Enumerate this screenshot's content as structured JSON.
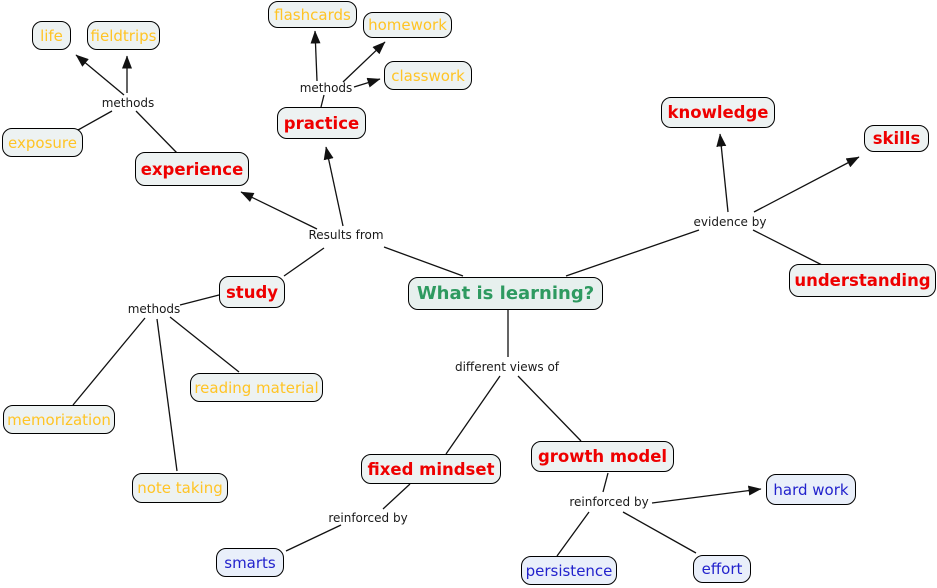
{
  "diagram": {
    "type": "concept-map",
    "background_color": "#FFFFFF",
    "colors": {
      "root_text": "#2E9A60",
      "topic_text": "#EE0000",
      "method_leaf_text": "#FFC425",
      "trait_leaf_text": "#2222CC",
      "link_label_text": "#1A1A1A",
      "node_fill": "#EDF2F2",
      "trait_node_fill": "#E9EFFA",
      "node_border": "#000000",
      "line": "#111111"
    }
  },
  "nodes": {
    "root": "What is learning?",
    "life": "life",
    "fieldtrips": "fieldtrips",
    "exposure": "exposure",
    "experience": "experience",
    "flashcards": "flashcards",
    "homework": "homework",
    "classwork": "classwork",
    "practice": "practice",
    "knowledge": "knowledge",
    "skills": "skills",
    "understanding": "understanding",
    "study": "study",
    "memorization": "memorization",
    "reading_material": "reading material",
    "note_taking": "note taking",
    "fixed_mindset": "fixed mindset",
    "growth_model": "growth model",
    "smarts": "smarts",
    "persistence": "persistence",
    "effort": "effort",
    "hard_work": "hard work"
  },
  "link_labels": {
    "methods_top_left": "methods",
    "methods_top_center": "methods",
    "methods_left": "methods",
    "results_from": "Results from",
    "evidence_by": "evidence by",
    "different_views_of": "different views of",
    "reinforced_by_left": "reinforced by",
    "reinforced_by_right": "reinforced by"
  }
}
